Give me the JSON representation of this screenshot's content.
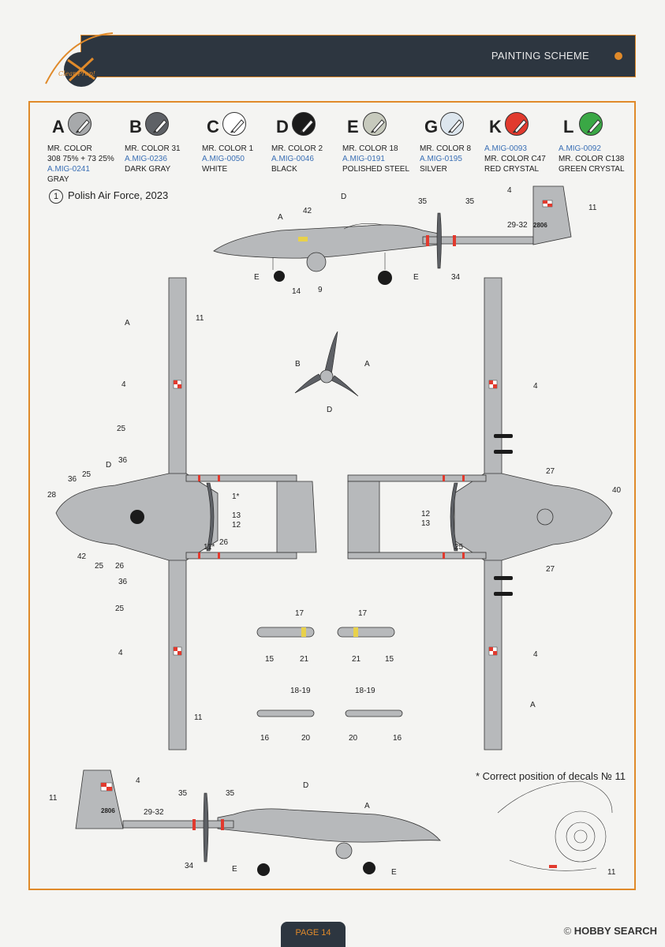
{
  "header": {
    "title": "PAINTING SCHEME",
    "logo_text": "Clear Prop!"
  },
  "swatches": [
    {
      "letter": "A",
      "fill": "#a7a9ab",
      "lines": [
        "MR. COLOR",
        "308 75% + 73 25%"
      ],
      "mig": "A.MIG-0241",
      "name": "GRAY"
    },
    {
      "letter": "B",
      "fill": "#5e6166",
      "lines": [
        "MR. COLOR 31"
      ],
      "mig": "A.MIG-0236",
      "name": "DARK GRAY"
    },
    {
      "letter": "C",
      "fill": "#ffffff",
      "lines": [
        "MR. COLOR 1"
      ],
      "mig": "A.MIG-0050",
      "name": "WHITE"
    },
    {
      "letter": "D",
      "fill": "#1b1b1b",
      "lines": [
        "MR. COLOR 2"
      ],
      "mig": "A.MIG-0046",
      "name": "BLACK"
    },
    {
      "letter": "E",
      "fill": "#c7cabd",
      "lines": [
        "MR. COLOR 18"
      ],
      "mig": "A.MIG-0191",
      "name": "POLISHED STEEL"
    },
    {
      "letter": "G",
      "fill": "#dde6ee",
      "lines": [
        "MR. COLOR 8"
      ],
      "mig": "A.MIG-0195",
      "name": "SILVER"
    },
    {
      "letter": "K",
      "fill": "#e13a2e",
      "lines": [],
      "mig": "A.MIG-0093",
      "lines2": [
        "MR. COLOR C47"
      ],
      "name": "RED CRYSTAL"
    },
    {
      "letter": "L",
      "fill": "#3aa845",
      "lines": [],
      "mig": "A.MIG-0092",
      "lines2": [
        "MR. COLOR C138"
      ],
      "name": "GREEN CRYSTAL"
    }
  ],
  "scheme": {
    "number": "1",
    "title": "Polish Air Force, 2023"
  },
  "serial": "2806",
  "callouts": {
    "side_top": [
      "D",
      "A",
      "42",
      "35",
      "35",
      "4",
      "11",
      "29-32",
      "E",
      "14",
      "9",
      "E",
      "34"
    ],
    "top_view": [
      "A",
      "11",
      "4",
      "25",
      "36",
      "D",
      "36",
      "25",
      "28",
      "1*",
      "13",
      "12",
      "26",
      "11*",
      "42",
      "25",
      "26",
      "36",
      "25",
      "4",
      "11"
    ],
    "prop": [
      "B",
      "A",
      "D"
    ],
    "bottom_view": [
      "4",
      "27",
      "40",
      "12",
      "13",
      "25",
      "27",
      "4",
      "A"
    ],
    "stores": [
      "17",
      "15",
      "21",
      "17",
      "21",
      "15",
      "18-19",
      "16",
      "20",
      "18-19",
      "20",
      "16"
    ],
    "side_bottom": [
      "4",
      "11",
      "29-32",
      "35",
      "35",
      "D",
      "A",
      "34",
      "E",
      "E"
    ],
    "detail": [
      "11"
    ]
  },
  "note": "* Correct position of decals № 11",
  "page": "PAGE 14",
  "watermark": {
    "brand": "HOBBY SEARCH",
    "prefix": "©"
  }
}
